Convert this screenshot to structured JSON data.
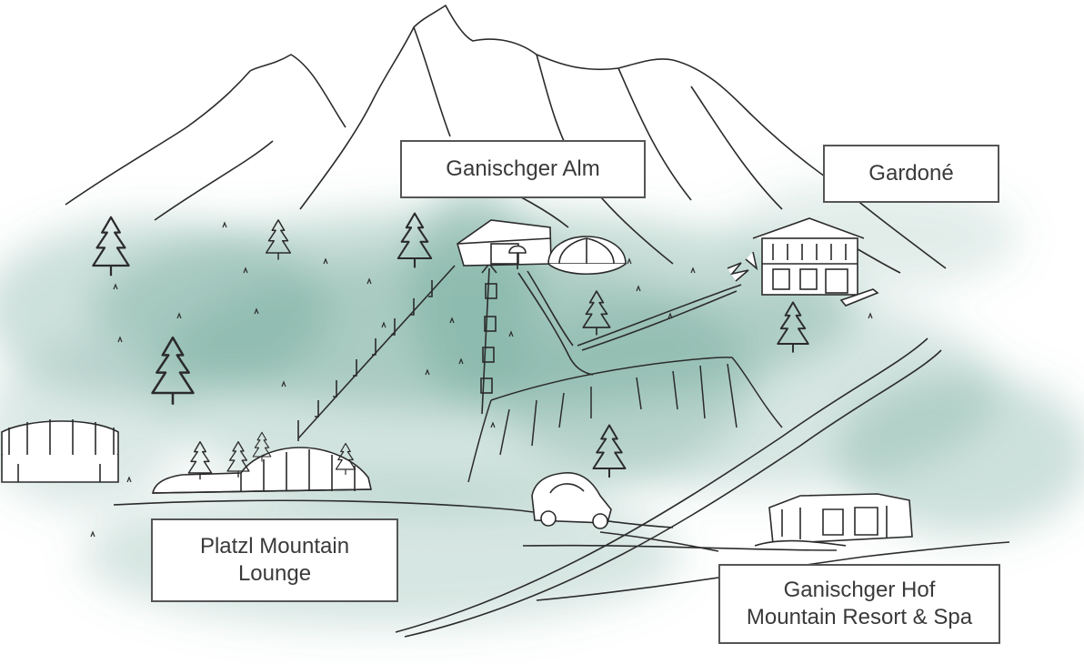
{
  "map": {
    "colors": {
      "wash": "#5e9d8c",
      "line": "#2b2b2b",
      "label_border": "#555555",
      "label_text": "#3a3a3a"
    },
    "locations": {
      "ganischger_alm": {
        "name": "Ganischger Alm"
      },
      "gardone": {
        "name": "Gardoné"
      },
      "platzl": {
        "line1": "Platzl Mountain",
        "line2": "Lounge"
      },
      "ganischger_hof": {
        "line1": "Ganischger Hof",
        "line2": "Mountain Resort & Spa"
      }
    }
  }
}
